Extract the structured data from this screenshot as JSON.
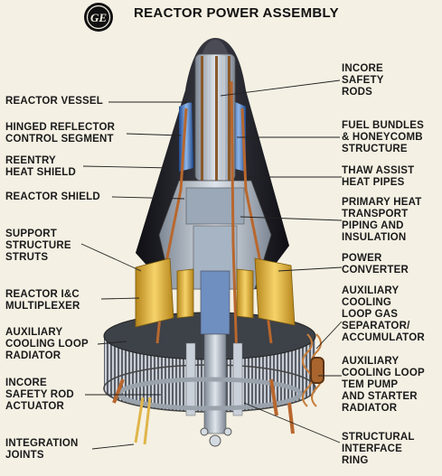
{
  "title": "REACTOR POWER ASSEMBLY",
  "logo_text": "GE",
  "labels_left": [
    {
      "id": "reactor-vessel",
      "text": "REACTOR VESSEL"
    },
    {
      "id": "hinged-reflector",
      "text": "HINGED REFLECTOR\nCONTROL SEGMENT"
    },
    {
      "id": "reentry-heat-shield",
      "text": "REENTRY\nHEAT SHIELD"
    },
    {
      "id": "reactor-shield",
      "text": "REACTOR SHIELD"
    },
    {
      "id": "support-struts",
      "text": "SUPPORT\nSTRUCTURE\nSTRUTS"
    },
    {
      "id": "reactor-ic-multiplexer",
      "text": "REACTOR I&C\nMULTIPLEXER"
    },
    {
      "id": "aux-cooling-radiator",
      "text": "AUXILIARY\nCOOLING LOOP\nRADIATOR"
    },
    {
      "id": "incore-safety-rod-actuator",
      "text": "INCORE\nSAFETY ROD\nACTUATOR"
    },
    {
      "id": "integration-joints",
      "text": "INTEGRATION\nJOINTS"
    }
  ],
  "labels_right": [
    {
      "id": "incore-safety-rods",
      "text": "INCORE\nSAFETY\nRODS"
    },
    {
      "id": "fuel-bundles",
      "text": "FUEL BUNDLES\n& HONEYCOMB\nSTRUCTURE"
    },
    {
      "id": "thaw-assist",
      "text": "THAW ASSIST\nHEAT PIPES"
    },
    {
      "id": "primary-heat-transport",
      "text": "PRIMARY HEAT\nTRANSPORT\nPIPING AND\nINSULATION"
    },
    {
      "id": "power-converter",
      "text": "POWER\nCONVERTER"
    },
    {
      "id": "aux-gas-separator",
      "text": "AUXILIARY\nCOOLING\nLOOP GAS\nSEPARATOR/\nACCUMULATOR"
    },
    {
      "id": "aux-tem-pump",
      "text": "AUXILIARY\nCOOLING LOOP\nTEM PUMP\nAND STARTER\nRADIATOR"
    },
    {
      "id": "structural-ring",
      "text": "STRUCTURAL\nINTERFACE\nRING"
    }
  ],
  "colors": {
    "background": "#f4f0e3",
    "cone_dark": "#1d1d22",
    "steel": "#b9c2cc",
    "blue_fuel": "#3f74c0",
    "gold": "#e6b52a",
    "copper": "#b8672e",
    "leader": "#222222"
  }
}
